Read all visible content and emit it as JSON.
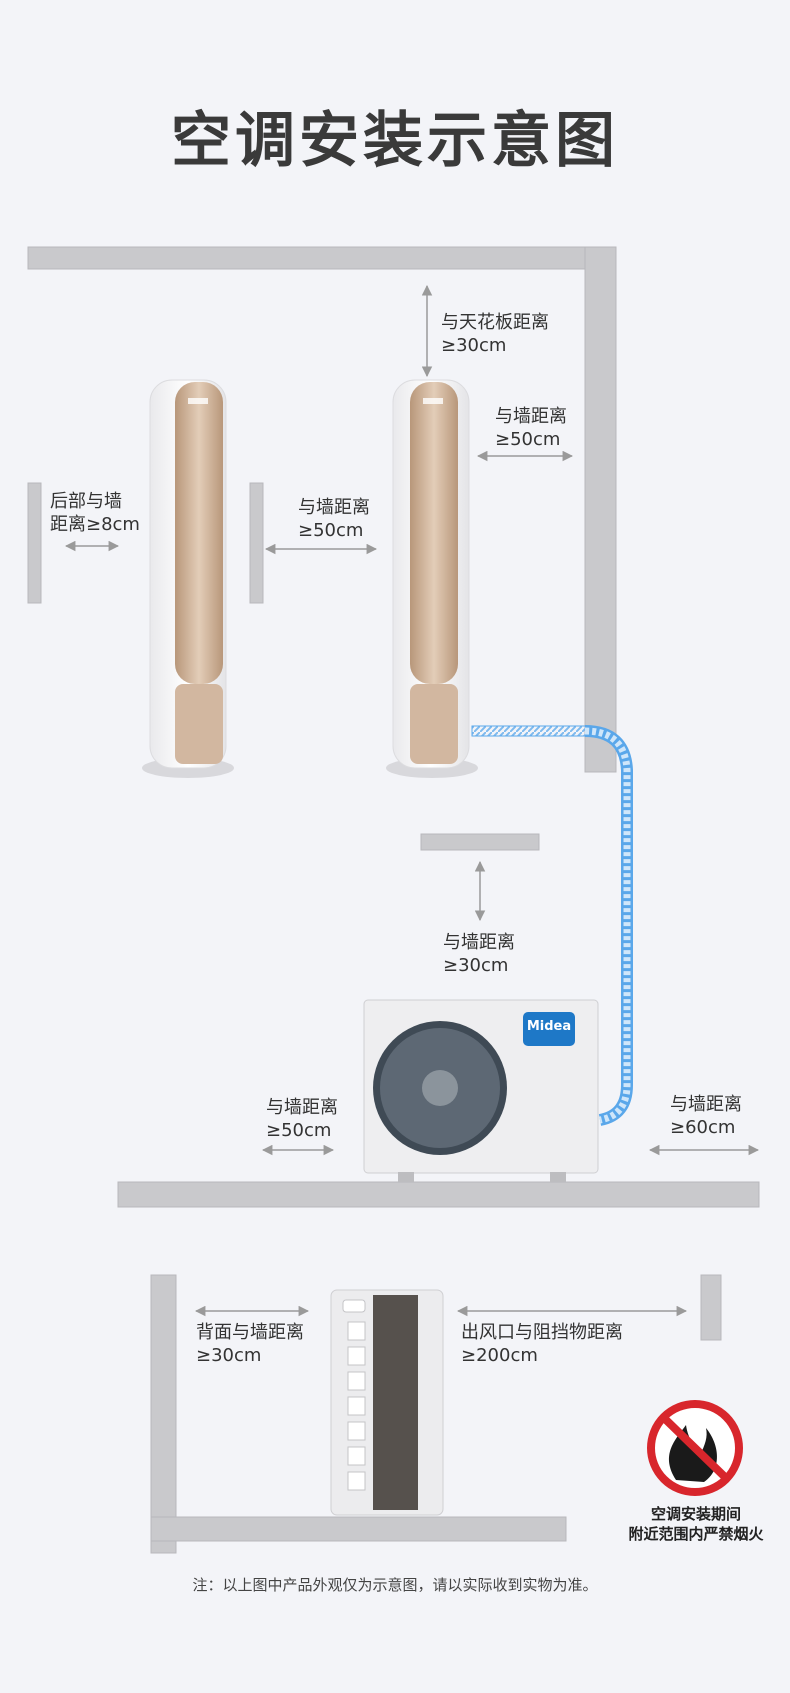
{
  "title": "空调安装示意图",
  "labels": {
    "rear_wall_1": "后部与墙",
    "rear_wall_2": "距离≥8cm",
    "side_wall_1": "与墙距离",
    "side_wall_2": "≥50cm",
    "ceiling_1": "与天花板距离",
    "ceiling_2": "≥30cm",
    "right_wall_1": "与墙距离",
    "right_wall_2": "≥50cm",
    "outdoor_top_1": "与墙距离",
    "outdoor_top_2": "≥30cm",
    "outdoor_left_1": "与墙距离",
    "outdoor_left_2": "≥50cm",
    "outdoor_right_1": "与墙距离",
    "outdoor_right_2": "≥60cm",
    "back_wall_1": "背面与墙距离",
    "back_wall_2": "≥30cm",
    "outlet_1": "出风口与阻挡物距离",
    "outlet_2": "≥200cm"
  },
  "brand": "Midea",
  "warning": {
    "line1": "空调安装期间",
    "line2": "附近范围内严禁烟火"
  },
  "note": "注：以上图中产品外观仅为示意图，请以实际收到实物为准。",
  "colors": {
    "wall": "#c9c9cc",
    "pipe": "#6cb4ee",
    "arrow": "#9a9a9a",
    "gold": "#c9a98b",
    "warning_red": "#d8262c"
  }
}
